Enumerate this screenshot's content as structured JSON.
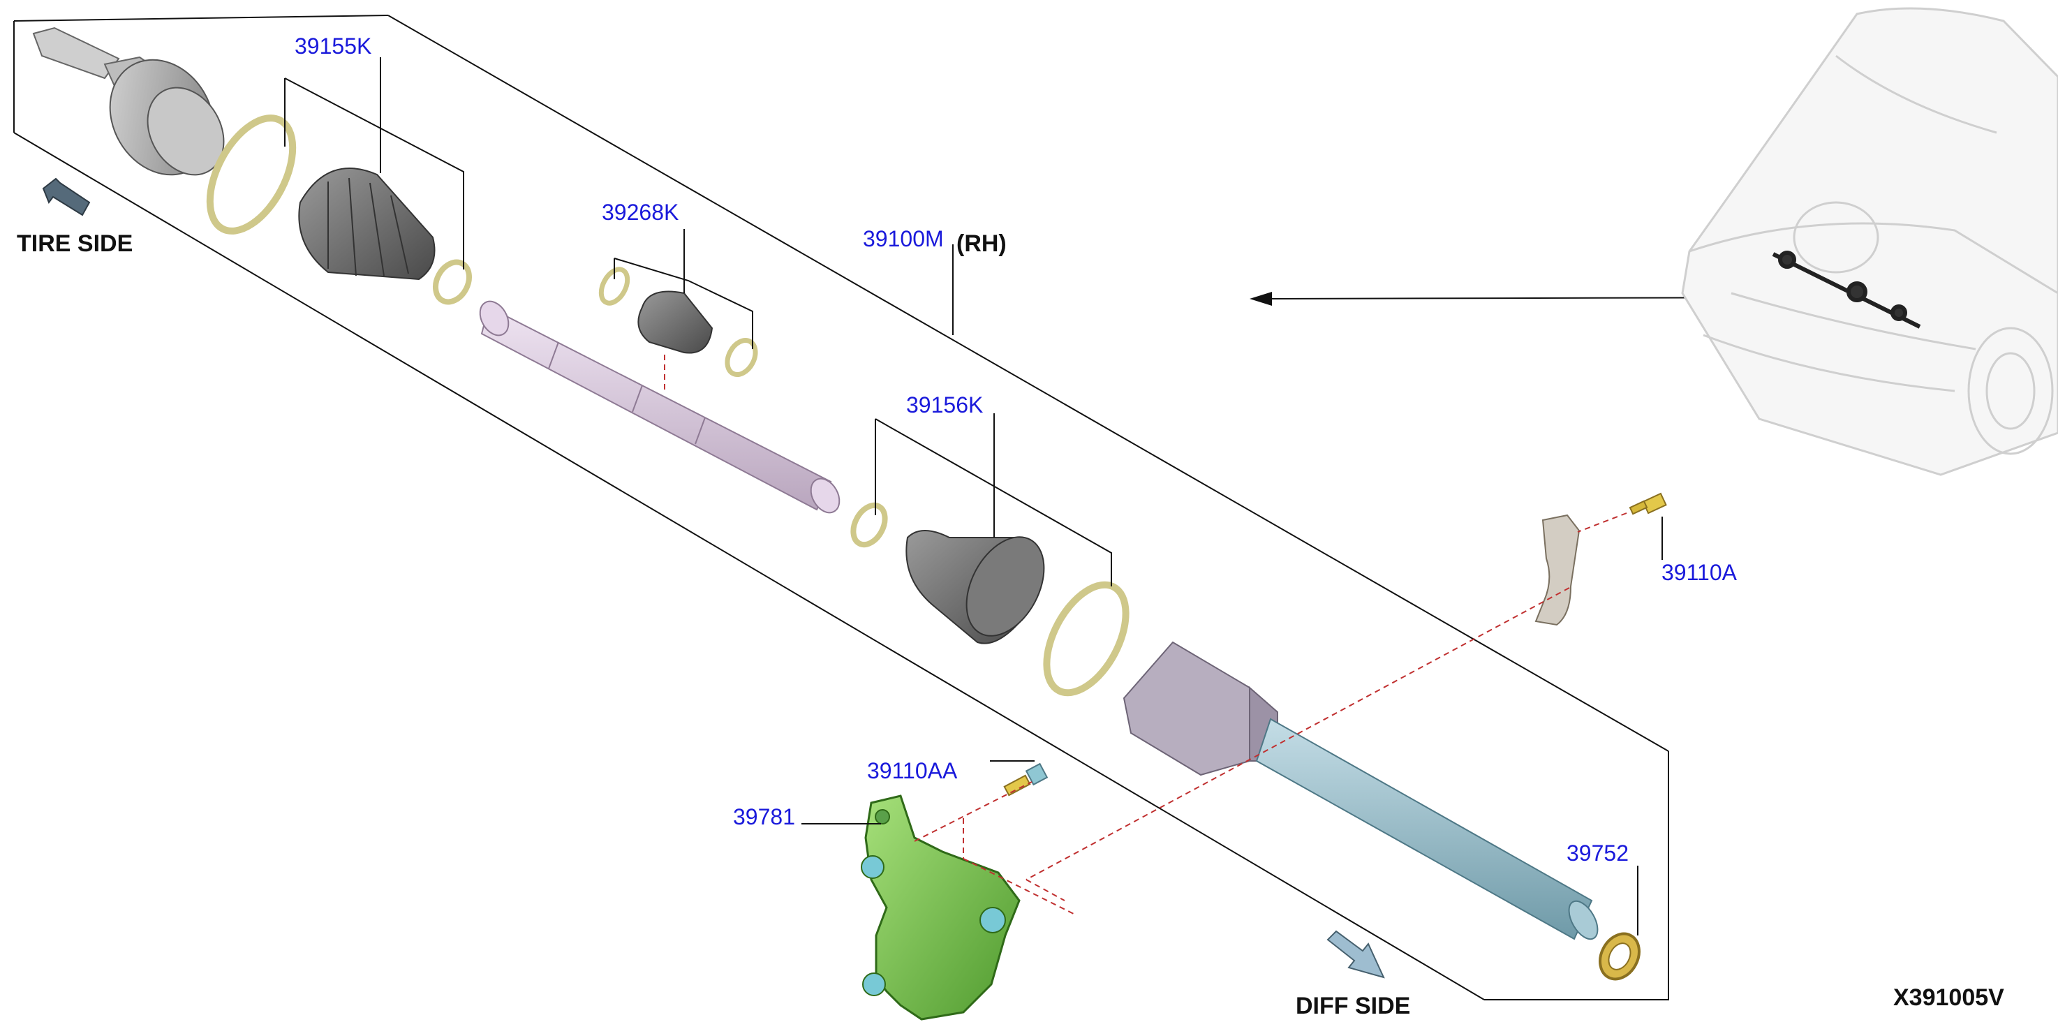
{
  "parts": {
    "p39155K": "39155K",
    "p39268K": "39268K",
    "p39100M": "39100M",
    "rh": "(RH)",
    "p39156K": "39156K",
    "p39110A": "39110A",
    "p39110AA": "39110AA",
    "p39781": "39781",
    "p39752": "39752"
  },
  "labels": {
    "tire_side": "TIRE SIDE",
    "diff_side": "DIFF SIDE",
    "diagram_code": "X391005V"
  },
  "colors": {
    "callout": "#1a1adb",
    "gray_part": "#9a9a9a",
    "band": "#ede6b0",
    "shaft_pink": "#d8c8dc",
    "shaft_blue": "#8fb9c6",
    "bracket_green": "#7bc84f",
    "bolt_yellow": "#e3c84a",
    "leader_red": "#c03030"
  }
}
